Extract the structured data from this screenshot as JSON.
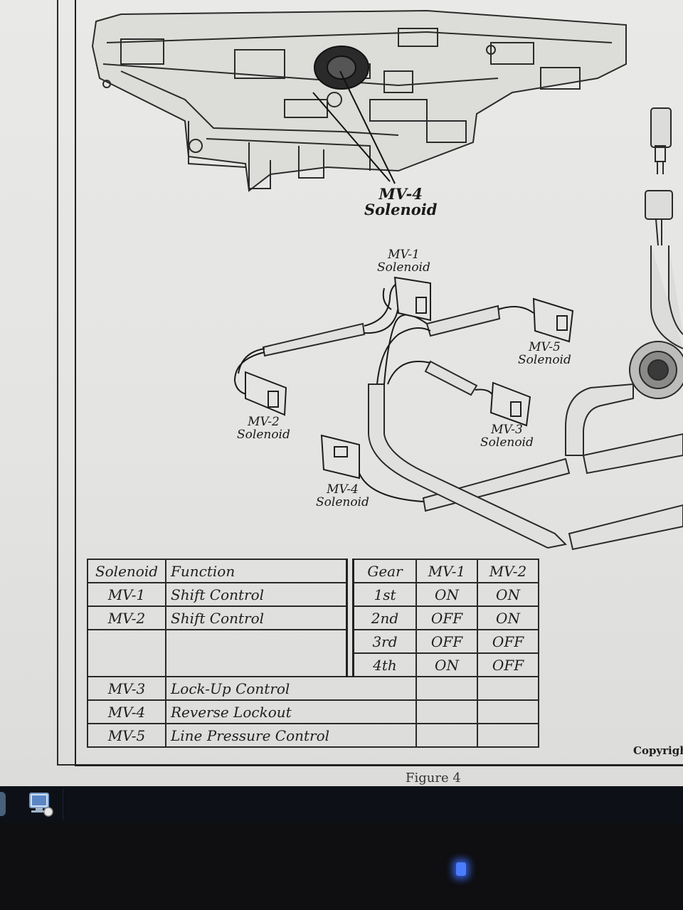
{
  "diagram": {
    "top_callout": {
      "line1": "MV-4",
      "line2": "Solenoid"
    },
    "connector_labels": [
      {
        "name": "MV-1",
        "desc": "Solenoid"
      },
      {
        "name": "MV-2",
        "desc": "Solenoid"
      },
      {
        "name": "MV-3",
        "desc": "Solenoid"
      },
      {
        "name": "MV-4",
        "desc": "Solenoid"
      },
      {
        "name": "MV-5",
        "desc": "Solenoid"
      }
    ]
  },
  "table": {
    "headers": {
      "solenoid": "Solenoid",
      "function": "Function",
      "gear": "Gear",
      "mv1": "MV-1",
      "mv2": "MV-2"
    },
    "rows": [
      {
        "solenoid": "MV-1",
        "function": "Shift Control"
      },
      {
        "solenoid": "MV-2",
        "function": "Shift Control"
      },
      {
        "solenoid": "MV-3",
        "function": "Lock-Up Control"
      },
      {
        "solenoid": "MV-4",
        "function": "Reverse Lockout"
      },
      {
        "solenoid": "MV-5",
        "function": "Line Pressure Control"
      }
    ],
    "gears": [
      {
        "gear": "1st",
        "mv1": "ON",
        "mv2": "ON"
      },
      {
        "gear": "2nd",
        "mv1": "OFF",
        "mv2": "ON"
      },
      {
        "gear": "3rd",
        "mv1": "OFF",
        "mv2": "OFF"
      },
      {
        "gear": "4th",
        "mv1": "ON",
        "mv2": "OFF"
      }
    ]
  },
  "copyright": "Copyrigh",
  "caption": "Figure 4",
  "colors": {
    "paper": "#e6e6e4",
    "ink": "#1e1e1e",
    "power_led": "#4a7cff"
  }
}
